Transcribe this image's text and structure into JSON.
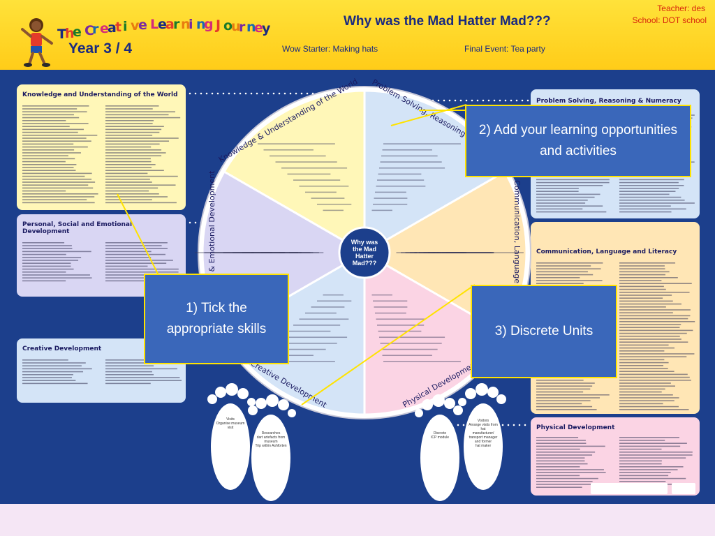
{
  "header": {
    "logo_text": "The Creative Learning Journey",
    "year": "Year 3 / 4",
    "question": "Why was the Mad Hatter Mad???",
    "wow_starter": "Wow Starter: Making hats",
    "final_event": "Final Event: Tea party",
    "teacher": "Teacher: des",
    "school": "School: DOT school"
  },
  "panels": {
    "kuw": "Knowledge and Understanding of the World",
    "psed": "Personal, Social and Emotional Development",
    "creative": "Creative Development",
    "psrn": "Problem Solving, Reasoning & Numeracy",
    "cll": "Communication, Language and Literacy",
    "physical": "Physical Development"
  },
  "wheel": {
    "center": [
      "Why was",
      "the Mad",
      "Hatter",
      "Mad???"
    ],
    "segments": {
      "kuw": "Knowledge & Understanding of the World",
      "psrn": "Problem Solving, Reasoning & Numeracy",
      "cll": "Communication, Language & Literacy",
      "physical": "Physical Development",
      "creative": "Creative Development",
      "psed": "Personal, Social & Emotional Development"
    }
  },
  "callouts": {
    "tick": "1) Tick the appropriate skills",
    "add": "2) Add your learning opportunities and activities",
    "discrete": "3) Discrete Units"
  },
  "footprints": {
    "left": [
      "Visits",
      "Organise museum",
      "visit"
    ],
    "left2": [
      "Researches",
      "dart artefacts from",
      "museum",
      "Trip within Ashforten"
    ],
    "right": [
      "Visitors",
      "Arrange visits from",
      "hat",
      "manufacturer/",
      "transport manager",
      "and former",
      "hat maker"
    ],
    "right2": [
      "Discrete",
      "ICP module"
    ]
  },
  "colors": {
    "poster_blue": "#1c3f8c",
    "banner_yellow": "#ffd92a",
    "callout_blue": "#3a67ba",
    "callout_border": "#ffe300",
    "kuw_yellow": "#fff7b8",
    "psed_lilac": "#d9d6f3",
    "creative_blue": "#d4e4f7",
    "cll_peach": "#ffe6b5",
    "physical_pink": "#fbd4e4"
  }
}
